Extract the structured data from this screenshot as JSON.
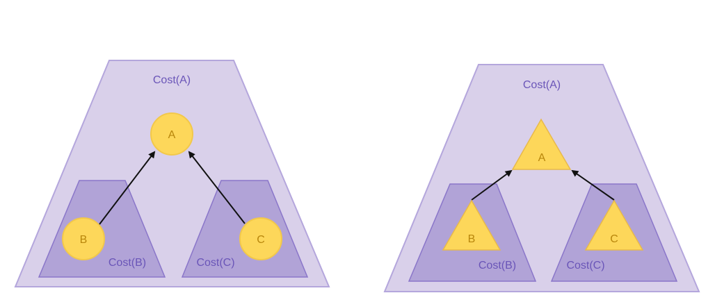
{
  "colors": {
    "outer_fill": "#d9d0ea",
    "outer_stroke": "#b4a6dc",
    "inner_fill": "#b1a3d7",
    "inner_stroke": "#8a76c9",
    "node_fill": "#fdd75a",
    "node_stroke": "#f2c84a",
    "label_text": "#6a55b8",
    "node_text": "#b8860b",
    "arrow": "#111111"
  },
  "diagrams": [
    {
      "node_shape": "circle",
      "outer_label": "Cost(A)",
      "nodes": {
        "a": "A",
        "b": "B",
        "c": "C"
      },
      "subtree_labels": {
        "b": "Cost(B)",
        "c": "Cost(C)"
      }
    },
    {
      "node_shape": "triangle",
      "outer_label": "Cost(A)",
      "nodes": {
        "a": "A",
        "b": "B",
        "c": "C"
      },
      "subtree_labels": {
        "b": "Cost(B)",
        "c": "Cost(C)"
      }
    }
  ]
}
